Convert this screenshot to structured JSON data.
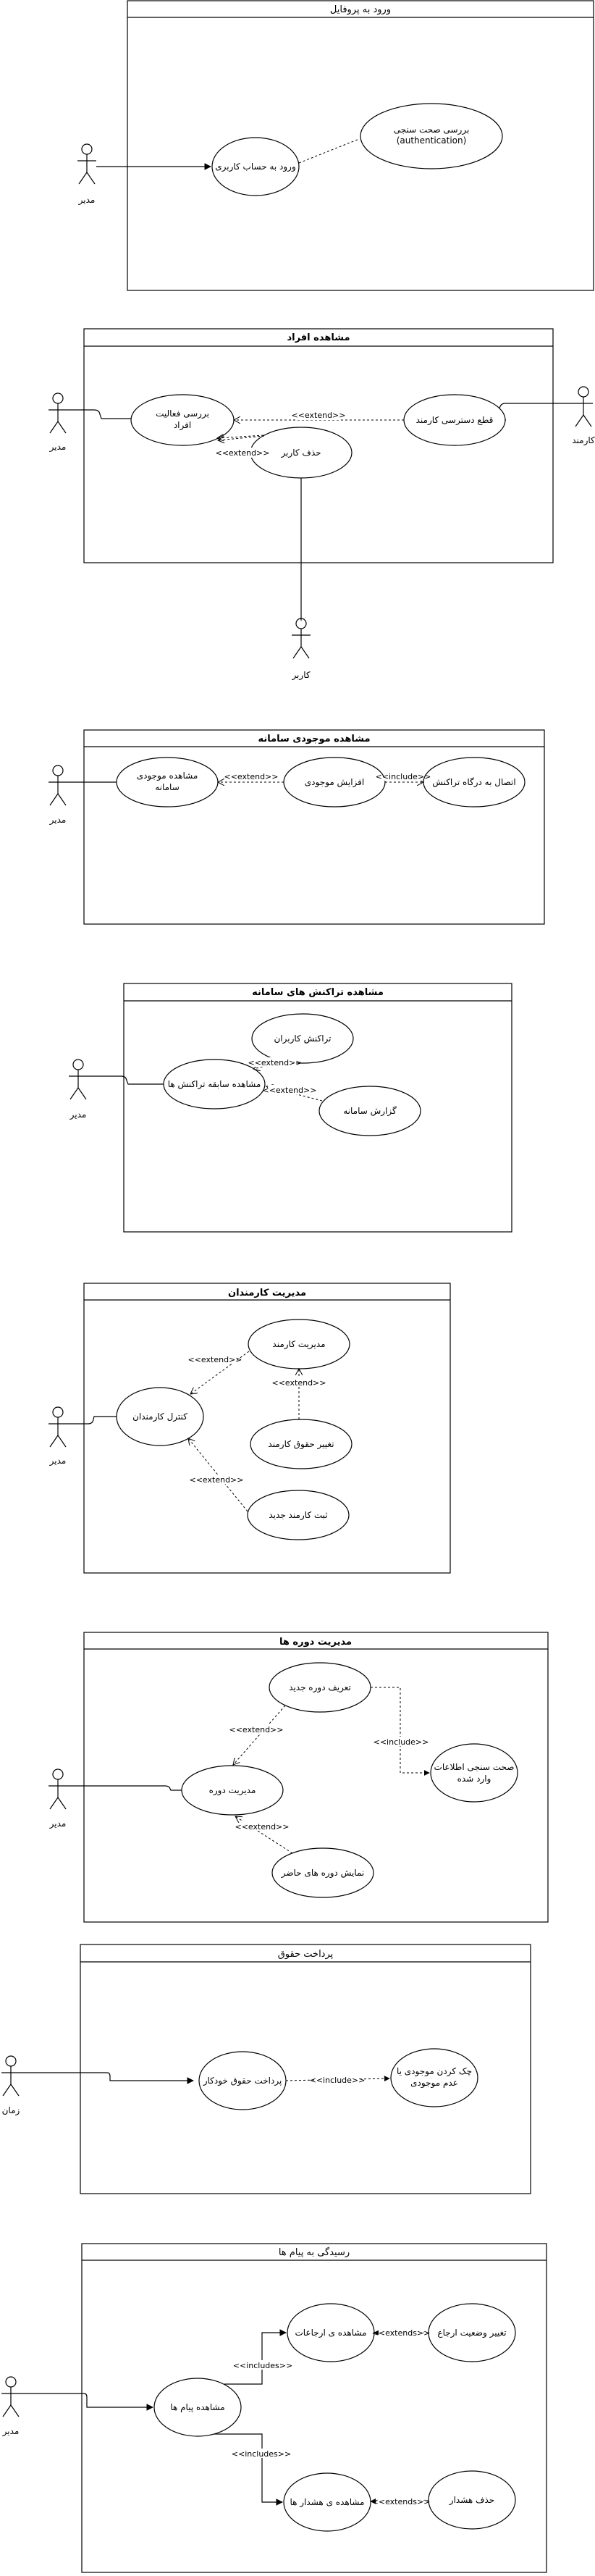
{
  "diagrams": [
    {
      "title": "ورود به پروفایل",
      "actors": [
        "مدیر"
      ],
      "use_cases": [
        "ورود به حساب کاربری",
        "بررسی صحت سنجی",
        "(authentication)"
      ]
    },
    {
      "title": "مشاهده افراد",
      "actors": [
        "مدیر",
        "کارمند",
        "کاربر"
      ],
      "use_cases": [
        "بررسی فعالیت",
        "افراد",
        "قطع دسترسی کارمند",
        "حذف کاربر"
      ],
      "relations": [
        "<<extend>>",
        "<<extend>>"
      ]
    },
    {
      "title": "مشاهده موجودی سامانه",
      "actors": [
        "مدیر"
      ],
      "use_cases": [
        "مشاهده موجودی",
        "سامانه",
        "افزایش موجودی",
        "اتصال به درگاه تراکنش"
      ],
      "relations": [
        "<<extend>>",
        "<<include>>"
      ]
    },
    {
      "title": "مشاهده تراکنش های سامانه",
      "actors": [
        "مدیر"
      ],
      "use_cases": [
        "تراکنش کاربران",
        "مشاهده سابقه تراکنش ها",
        "گزارش سامانه"
      ],
      "relations": [
        "<<extend>>",
        "<<extend>>"
      ]
    },
    {
      "title": "مدیریت کارمندان",
      "actors": [
        "مدیر"
      ],
      "use_cases": [
        "مدیریت کارمند",
        "کنترل کارمندان",
        "تغییر حقوق کارمند",
        "ثبت کارمند جدید"
      ],
      "relations": [
        "<<extend>>",
        "<<extend>>",
        "<<extend>>"
      ]
    },
    {
      "title": "مدیریت دوره ها",
      "actors": [
        "مدیر"
      ],
      "use_cases": [
        "تعریف دوره جدید",
        "مدیریت دوره",
        "صحت سنجی اطلاعات",
        "وارد شده",
        "نمایش دوره های حاضر"
      ],
      "relations": [
        "<<extend>>",
        "<<include>>",
        "<<extend>>"
      ]
    },
    {
      "title": "پرداخت حقوق",
      "actors": [
        "زمان"
      ],
      "use_cases": [
        "پرداخت حقوق خودکار",
        "چک کردن موجودی یا",
        "عدم موجودی"
      ],
      "relations": [
        "<<include>>"
      ]
    },
    {
      "title": "رسیدگی به پیام ها",
      "actors": [
        "مدیر"
      ],
      "use_cases": [
        "مشاهده ی ارجاعات",
        "تغییر وضعیت ارجاع",
        "مشاهده پیام ها",
        "مشاهده ی هشدار ها",
        "حذف هشدار"
      ],
      "relations": [
        "<<includes>>",
        "<<extends>>",
        "<<includes>>",
        "<<extends>>"
      ]
    }
  ]
}
